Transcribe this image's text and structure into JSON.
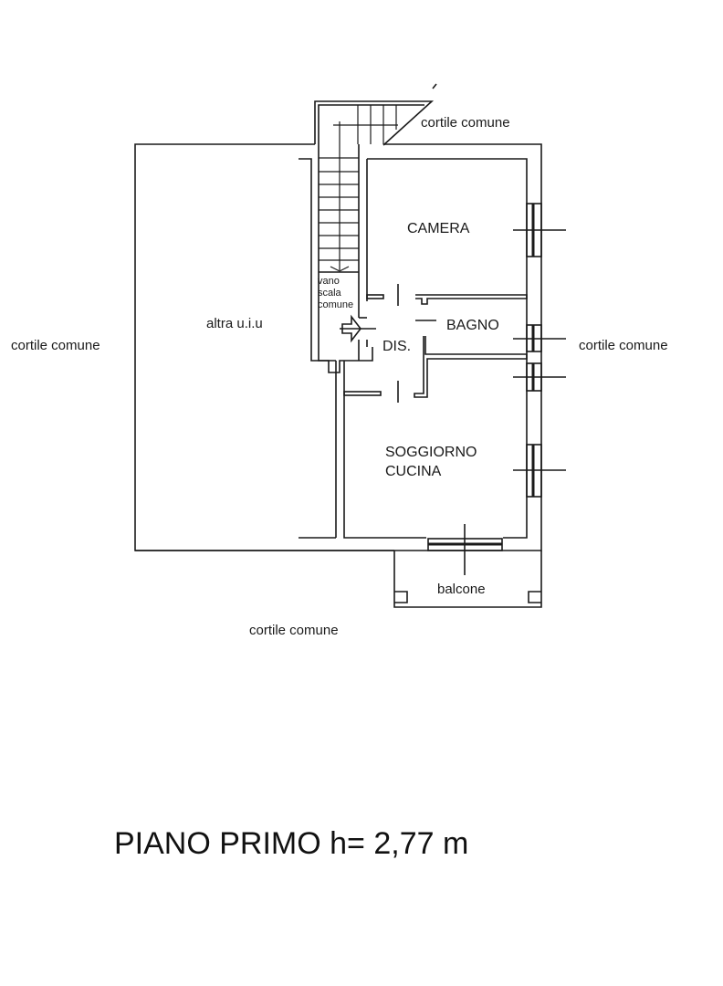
{
  "plan": {
    "title": "PIANO PRIMO h= 2,77 m",
    "rooms": {
      "camera": "CAMERA",
      "bagno": "BAGNO",
      "dis": "DIS.",
      "soggiorno": "SOGGIORNO",
      "cucina": "CUCINA",
      "balcone": "balcone",
      "altra": "altra u.i.u",
      "vano": "vano",
      "scala": "scala",
      "comune": "comune"
    },
    "surroundings": {
      "top": "cortile comune",
      "left": "cortile comune",
      "right": "cortile comune",
      "bottom": "cortile comune"
    },
    "colors": {
      "line": "#1a1a1a",
      "background": "#ffffff"
    }
  }
}
